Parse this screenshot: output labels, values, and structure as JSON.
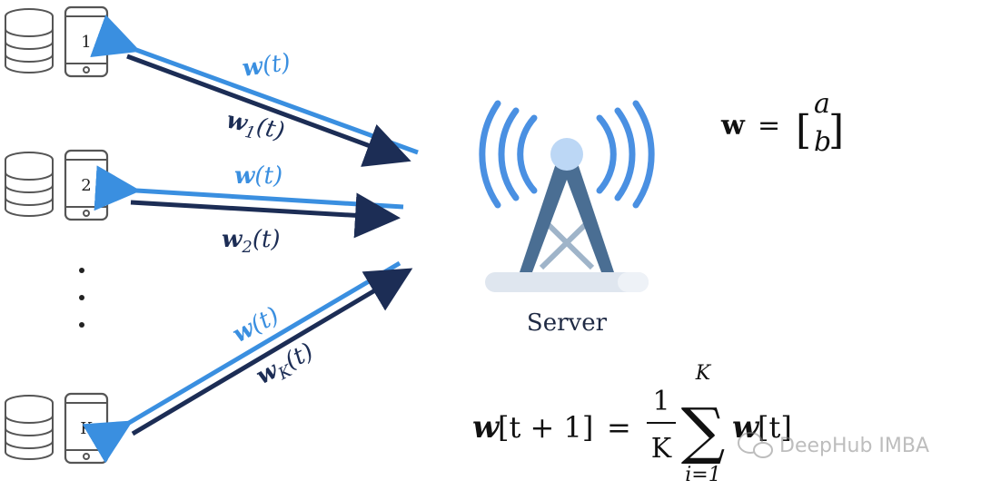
{
  "clients": [
    {
      "label": "1",
      "up_label": "w",
      "up_sub": "1",
      "up_arg": "(t)",
      "down_label": "w",
      "down_arg": "(t)"
    },
    {
      "label": "2",
      "up_label": "w",
      "up_sub": "2",
      "up_arg": "(t)",
      "down_label": "w",
      "down_arg": "(t)"
    },
    {
      "label": "K",
      "up_label": "w",
      "up_sub": "K",
      "up_arg": "(t)",
      "down_label": "w",
      "down_arg": "(t)"
    }
  ],
  "server": {
    "label": "Server"
  },
  "vector": {
    "lhs": "w",
    "eq": "=",
    "top": "a",
    "bottom": "b",
    "open": "[",
    "close": "]"
  },
  "update": {
    "lhs": "w",
    "lhs_arg": "[t + 1]",
    "eq": "=",
    "frac_num": "1",
    "frac_den": "K",
    "sum_top": "K",
    "sum_bottom": "i=1",
    "sum_symbol": "∑",
    "rhs": "w",
    "rhs_arg": "[t]"
  },
  "watermark": "DeepHub IMBA",
  "colors": {
    "down": "#3a8fe0",
    "up": "#1c2d55",
    "tower": "#4a6e93",
    "tower_light": "#9fb4c9",
    "waves": "#4a90e2"
  }
}
